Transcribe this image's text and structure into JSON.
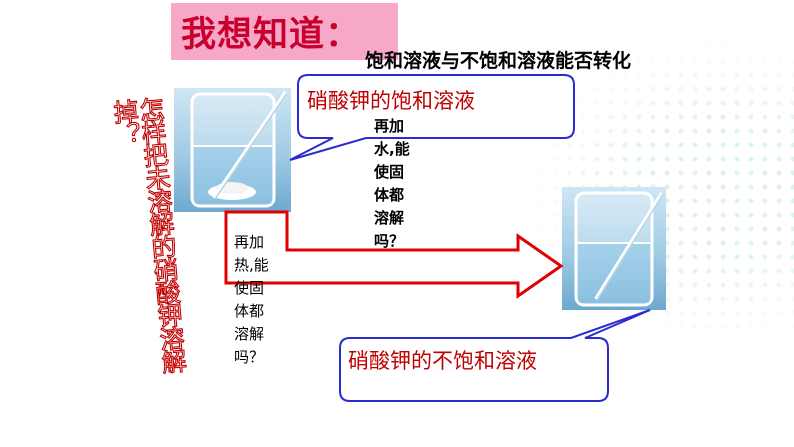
{
  "title": "我想知道：",
  "subtitle": "饱和溶液与不饱和溶液能否转化",
  "side_question": "怎样把未溶解的硝酸钾溶解掉？",
  "saturated_label": "硝酸钾的饱和溶液",
  "unsaturated_label": "硝酸钾的不饱和溶液",
  "add_water_lines": [
    "再加",
    "水,能",
    "使固",
    "体都",
    "溶解",
    "吗？"
  ],
  "add_heat_lines": [
    "再加",
    "热,能",
    "使固",
    "体都",
    "溶解",
    "吗？"
  ],
  "colors": {
    "title_bg": "#f7a8c8",
    "title_text": "#c8002d",
    "callout_border": "#2b2bcf",
    "label_text": "#c00000",
    "arrow": "#e00000"
  }
}
